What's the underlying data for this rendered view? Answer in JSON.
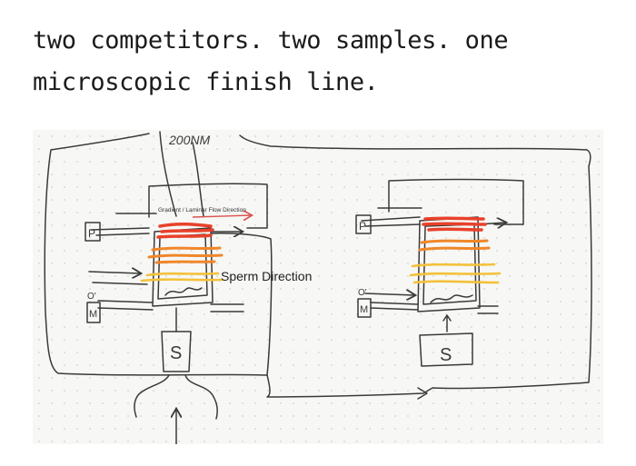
{
  "headline": {
    "line1": "two competitors. two samples. one",
    "line2": "microscopic finish line."
  },
  "sketch": {
    "magnification_label": "200NM",
    "flow_label": "Gradient / Laminar Flow Direction",
    "sperm_label": "Sperm Direction",
    "left_rig": {
      "p_label": "P",
      "o2_label": "O'",
      "m_label": "M",
      "s_label": "S"
    },
    "right_rig": {
      "p_label": "P",
      "o2_label": "O'",
      "m_label": "M",
      "s_label": "S"
    },
    "colors": {
      "ink": "#3a3a3a",
      "red": "#e8412b",
      "orange": "#f0872a",
      "yellow": "#f3c13a",
      "flow_arrow": "#d9534f"
    }
  }
}
